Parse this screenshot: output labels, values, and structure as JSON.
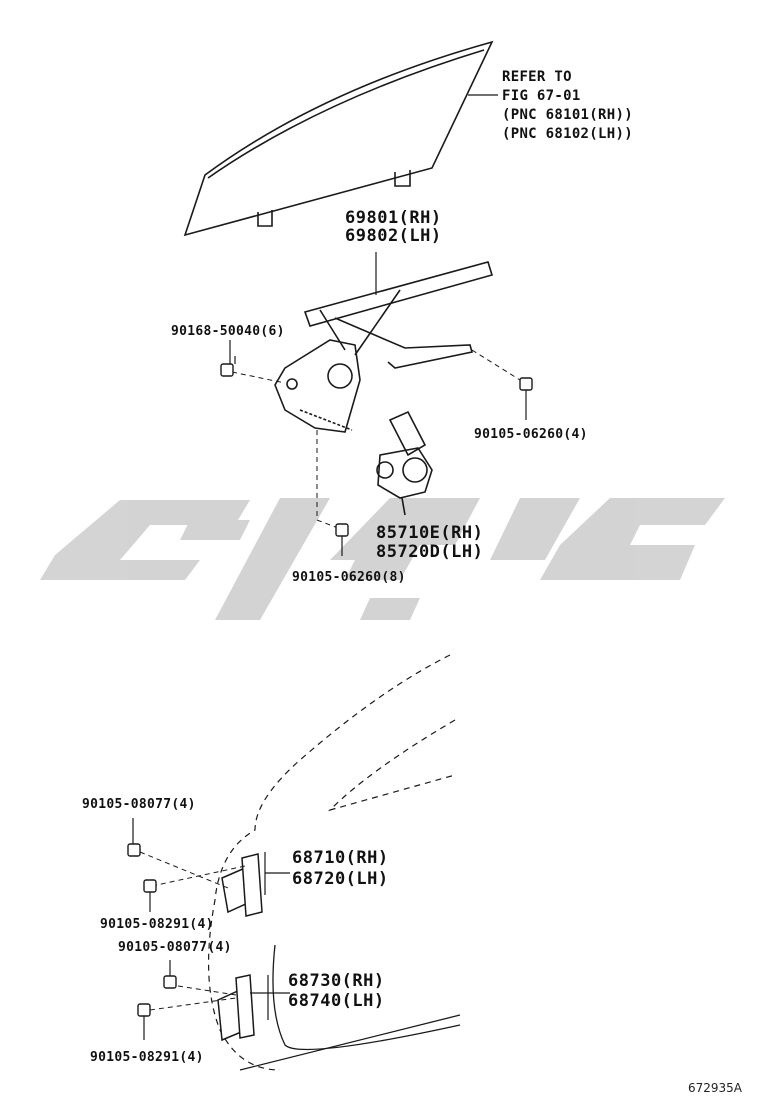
{
  "refer": {
    "line1": "REFER TO",
    "line2": "FIG 67-01",
    "line3": "(PNC 68101(RH))",
    "line4": "(PNC 68102(LH))"
  },
  "regulator": {
    "rh": "69801(RH)",
    "lh": "69802(LH)"
  },
  "bolt_top_left": "90168-50040(6)",
  "bolt_right": "90105-06260(4)",
  "motor": {
    "rh": "85710E(RH)",
    "lh": "85720D(LH)"
  },
  "bolt_motor": "90105-06260(8)",
  "upper_hinge": {
    "bolt_a": "90105-08077(4)",
    "rh": "68710(RH)",
    "lh": "68720(LH)",
    "bolt_b": "90105-08291(4)"
  },
  "lower_hinge": {
    "bolt_a": "90105-08077(4)",
    "rh": "68730(RH)",
    "lh": "68740(LH)",
    "bolt_b": "90105-08291(4)"
  },
  "figure_number": "672935A",
  "colors": {
    "line": "#1a1a1a",
    "watermark": "#cfcfcf"
  }
}
